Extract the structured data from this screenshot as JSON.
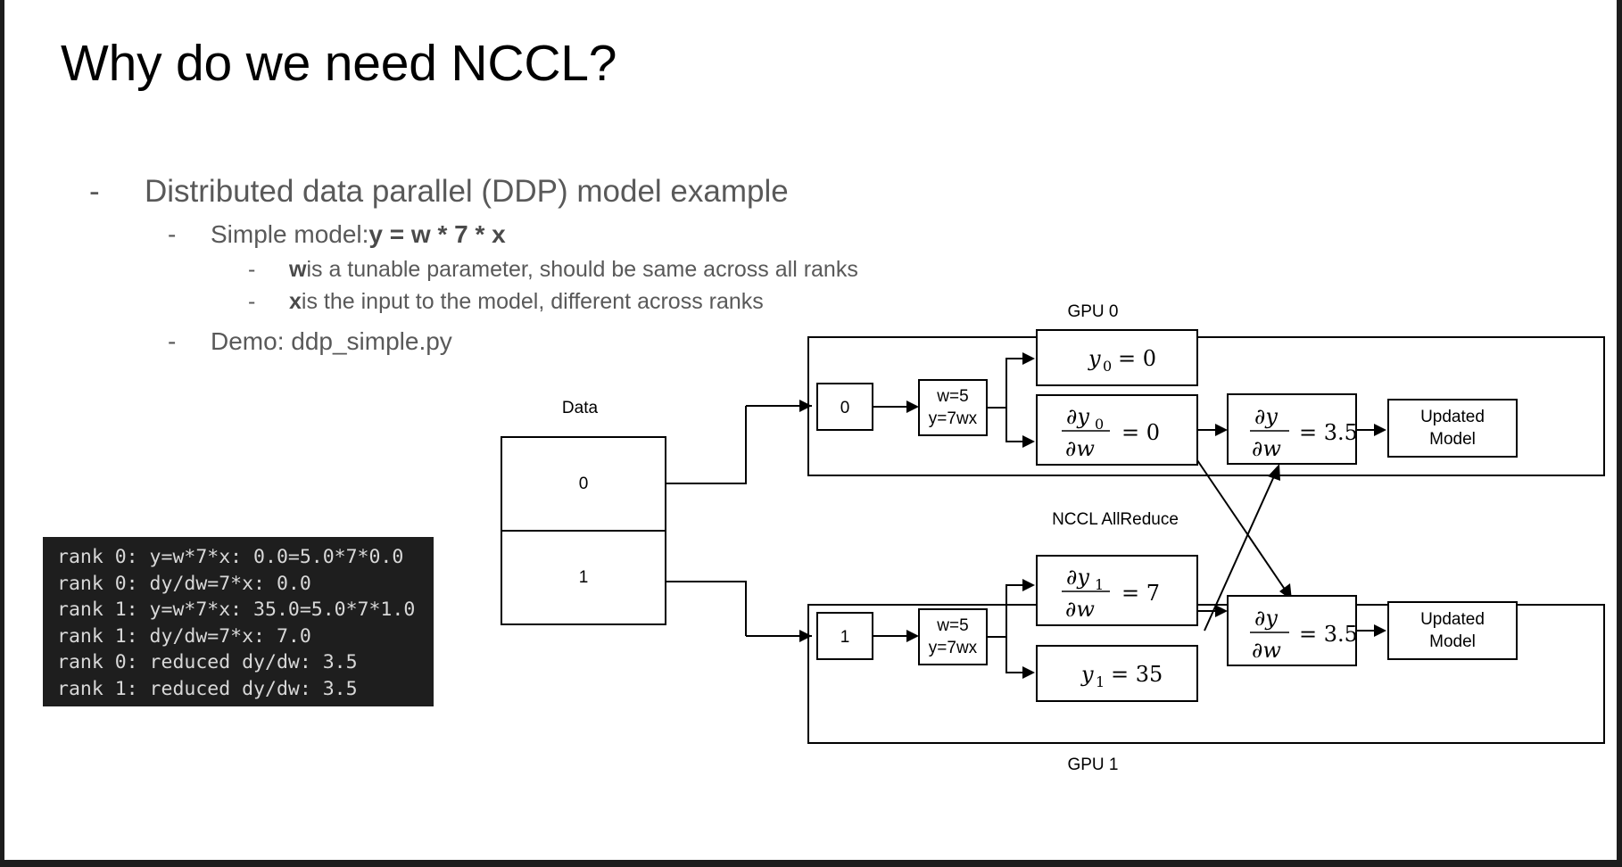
{
  "slide": {
    "title": "Why do we need NCCL?",
    "bullets": {
      "level1": "Distributed data parallel (DDP) model example",
      "level2_a_prefix": "Simple model: ",
      "level2_a_bold": "y = w * 7 * x",
      "level3_a_bold": "w",
      "level3_a_rest": " is a tunable parameter, should be same across all ranks",
      "level3_b_bold": "x",
      "level3_b_rest": " is the input to the model, different across ranks",
      "level2_b": "Demo: ddp_simple.py",
      "dash": "-"
    }
  },
  "terminal": {
    "lines": [
      "rank 0: y=w*7*x: 0.0=5.0*7*0.0",
      "rank 0: dy/dw=7*x: 0.0",
      "rank 1: y=w*7*x: 35.0=5.0*7*1.0",
      "rank 1: dy/dw=7*x: 7.0",
      "rank 0: reduced dy/dw: 3.5",
      "rank 1: reduced dy/dw: 3.5"
    ],
    "background": "#1e1e1e",
    "text_color": "#d8d8d8"
  },
  "diagram": {
    "data_label": "Data",
    "data_cells": [
      "0",
      "1"
    ],
    "gpu0_label": "GPU 0",
    "gpu1_label": "GPU 1",
    "allreduce_label": "NCCL AllReduce",
    "gpu0": {
      "input": "0",
      "model_line1": "w=5",
      "model_line2": "y=7wx",
      "forward_num": "y",
      "forward_sub": "0",
      "forward_eq": "= 0",
      "grad_num": "∂y",
      "grad_num_sub": "0",
      "grad_den": "∂w",
      "grad_eq": "= 0",
      "reduced_num": "∂y",
      "reduced_den": "∂w",
      "reduced_eq": "= 3.5",
      "updated_line1": "Updated",
      "updated_line2": "Model"
    },
    "gpu1": {
      "input": "1",
      "model_line1": "w=5",
      "model_line2": "y=7wx",
      "forward_num": "y",
      "forward_sub": "1",
      "forward_eq": "= 35",
      "grad_num": "∂y",
      "grad_num_sub": "1",
      "grad_den": "∂w",
      "grad_eq": "= 7",
      "reduced_num": "∂y",
      "reduced_den": "∂w",
      "reduced_eq": "= 3.5",
      "updated_line1": "Updated",
      "updated_line2": "Model"
    }
  },
  "colors": {
    "background": "#ffffff",
    "title": "#000000",
    "bullet_text": "#595959",
    "stroke": "#000000"
  }
}
